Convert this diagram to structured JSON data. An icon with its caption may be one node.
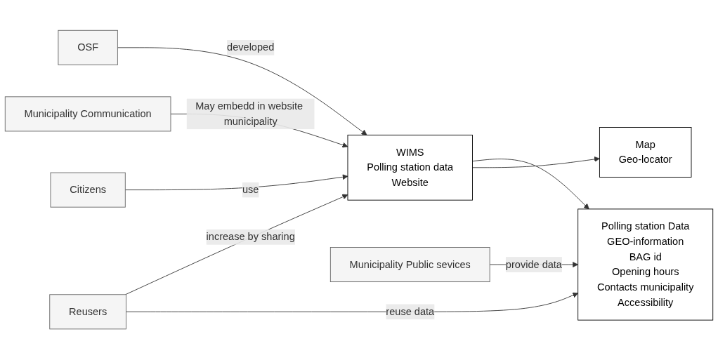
{
  "diagram": {
    "nodes": [
      {
        "text": [
          "OSF"
        ]
      },
      {
        "text": [
          "WIMS",
          "Polling station data",
          "Website"
        ]
      },
      {
        "text": [
          "Municipality Communication"
        ]
      },
      {
        "text": [
          "Citizens"
        ]
      },
      {
        "text": [
          "Municipality Public sevices"
        ]
      },
      {
        "text": [
          "Polling station Data",
          "GEO-information",
          "BAG id",
          "Opening hours",
          "Contacts municipality",
          "Accessibility"
        ]
      },
      {
        "text": [
          "Map",
          "Geo-locator"
        ]
      },
      {
        "text": [
          "Reusers"
        ]
      }
    ],
    "edges": [
      {
        "from": 0,
        "to": 1,
        "arrow": "to",
        "label": "developed"
      },
      {
        "from": 2,
        "to": 1,
        "arrow": "to",
        "label": "May embedd in website municipality"
      },
      {
        "from": 3,
        "to": 1,
        "arrow": "to",
        "label": "use"
      },
      {
        "from": 7,
        "to": 1,
        "arrow": "to",
        "label": "increase by sharing"
      },
      {
        "from": 1,
        "to": 5,
        "arrow": "to"
      },
      {
        "from": 1,
        "to": 6,
        "arrow": "to"
      },
      {
        "from": 4,
        "to": 5,
        "arrow": "to",
        "label": "provide data"
      },
      {
        "from": 7,
        "to": 5,
        "arrow": "to",
        "label": "reuse data"
      }
    ]
  }
}
